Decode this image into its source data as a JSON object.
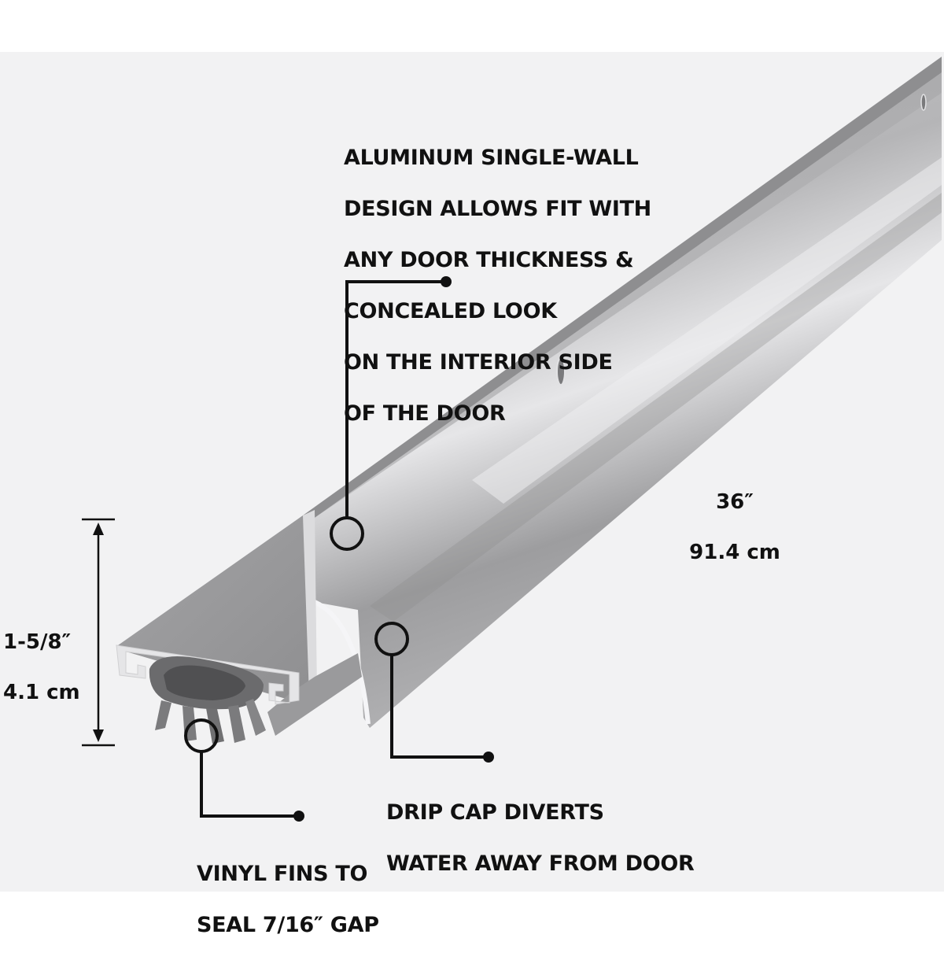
{
  "callouts": {
    "aluminum": {
      "line1": "ALUMINUM SINGLE-WALL",
      "line2": "DESIGN ALLOWS FIT WITH",
      "line3": "ANY DOOR THICKNESS &",
      "line4": "CONCEALED LOOK",
      "line5": "ON THE INTERIOR SIDE",
      "line6": "OF THE DOOR"
    },
    "drip_cap": {
      "line1": "DRIP CAP DIVERTS",
      "line2": "WATER AWAY FROM DOOR"
    },
    "vinyl_fins": {
      "line1": "VINYL FINS TO",
      "line2": "SEAL 7/16″ GAP"
    }
  },
  "dimensions": {
    "height": {
      "imperial": "1-5/8″",
      "metric": "4.1 cm"
    },
    "length": {
      "imperial": "36″",
      "metric": "91.4 cm"
    }
  },
  "colors": {
    "background_panel": "#f2f2f3",
    "page": "#ffffff",
    "text": "#111111",
    "aluminum_light": "#d4d4d6",
    "aluminum_mid": "#a9a9ab",
    "aluminum_dark": "#8a8a8c",
    "vinyl": "#6b6b6d"
  }
}
